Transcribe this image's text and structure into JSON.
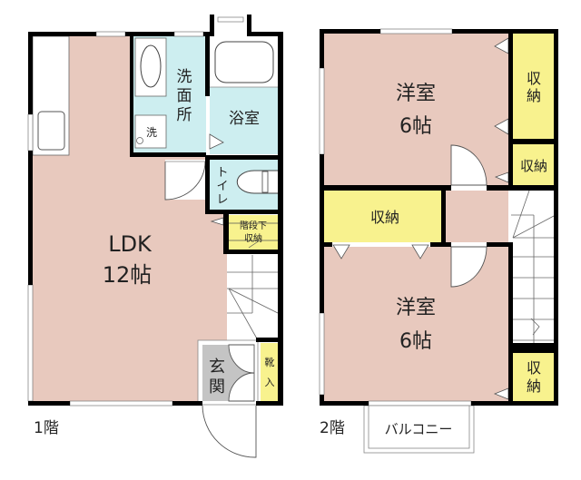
{
  "colors": {
    "wall": "#000000",
    "ldk_floor": "#e8c9be",
    "western_floor": "#e8c9be",
    "wet_area": "#cdeef0",
    "storage": "#f8f28e",
    "entrance": "#c4c4c4",
    "fixture": "#ffffff",
    "line": "#555555"
  },
  "floor1": {
    "label": "1階",
    "rooms": {
      "ldk": {
        "name": "LDK",
        "size": "12帖"
      },
      "washroom": {
        "name_chars": [
          "洗",
          "面",
          "所"
        ]
      },
      "washer": {
        "name": "洗"
      },
      "bath": {
        "name": "浴室"
      },
      "toilet": {
        "name_chars": [
          "ト",
          "イ",
          "レ"
        ]
      },
      "under_stair_storage": {
        "line1": "階段下",
        "line2": "収納"
      },
      "entrance": {
        "name_chars": [
          "玄",
          "関"
        ]
      },
      "shoe_closet": {
        "name_chars": [
          "靴",
          "入"
        ]
      }
    }
  },
  "floor2": {
    "label": "2階",
    "rooms": {
      "western_north": {
        "name": "洋室",
        "size": "6帖"
      },
      "western_south": {
        "name": "洋室",
        "size": "6帖"
      },
      "closet_ne_large": {
        "name_chars": [
          "収",
          "納"
        ]
      },
      "closet_ne_small": {
        "name": "収納"
      },
      "closet_middle": {
        "name": "収納"
      },
      "closet_se": {
        "name_chars": [
          "収",
          "納"
        ]
      },
      "balcony": {
        "name": "バルコニー"
      }
    }
  }
}
